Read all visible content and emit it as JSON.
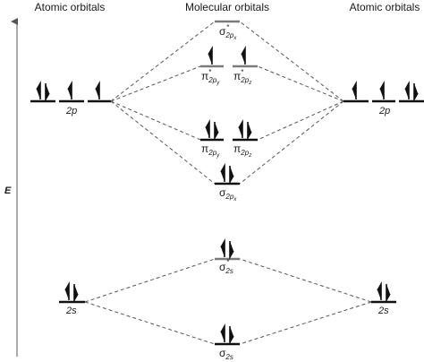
{
  "headers": {
    "left": "Atomic orbitals",
    "center": "Molecular orbitals",
    "right": "Atomic orbitals"
  },
  "energy_axis": {
    "label": "E"
  },
  "atomic_left": {
    "p_label": "2p",
    "p_electrons": [
      2,
      1,
      1
    ],
    "s_label": "2s",
    "s_electrons": 2
  },
  "atomic_right": {
    "p_label": "2p",
    "p_electrons": [
      1,
      1,
      2
    ],
    "s_label": "2s",
    "s_electrons": 2
  },
  "molecular_orbitals": [
    {
      "id": "sigma2px_star",
      "symbol": "σ",
      "sub": "2p",
      "subsub": "x",
      "star": true,
      "electrons": 0
    },
    {
      "id": "pi2py_star",
      "symbol": "π",
      "sub": "2p",
      "subsub": "y",
      "star": true,
      "electrons": 1
    },
    {
      "id": "pi2pz_star",
      "symbol": "π",
      "sub": "2p",
      "subsub": "z",
      "star": true,
      "electrons": 1
    },
    {
      "id": "pi2py",
      "symbol": "π",
      "sub": "2p",
      "subsub": "y",
      "star": false,
      "electrons": 2
    },
    {
      "id": "pi2pz",
      "symbol": "π",
      "sub": "2p",
      "subsub": "z",
      "star": false,
      "electrons": 2
    },
    {
      "id": "sigma2px",
      "symbol": "σ",
      "sub": "2p",
      "subsub": "x",
      "star": false,
      "electrons": 2
    },
    {
      "id": "sigma2s_star",
      "symbol": "σ",
      "sub": "2s",
      "subsub": "",
      "star": true,
      "electrons": 2
    },
    {
      "id": "sigma2s",
      "symbol": "σ",
      "sub": "2s",
      "subsub": "",
      "star": false,
      "electrons": 2
    }
  ]
}
